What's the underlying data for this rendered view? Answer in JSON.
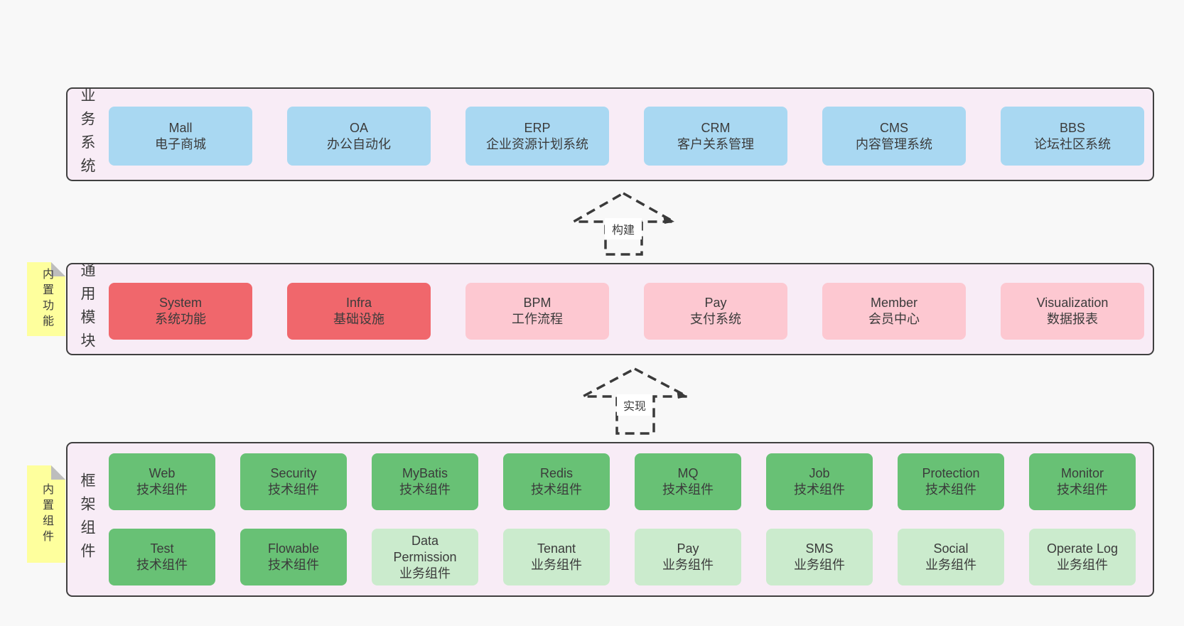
{
  "layers": [
    {
      "label": "业务系统",
      "boxes": [
        {
          "name": "Mall",
          "desc": "电子商城"
        },
        {
          "name": "OA",
          "desc": "办公自动化"
        },
        {
          "name": "ERP",
          "desc": "企业资源计划系统"
        },
        {
          "name": "CRM",
          "desc": "客户关系管理"
        },
        {
          "name": "CMS",
          "desc": "内容管理系统"
        },
        {
          "name": "BBS",
          "desc": "论坛社区系统"
        }
      ]
    },
    {
      "label": "通用模块",
      "note": "内置功能",
      "boxes": [
        {
          "name": "System",
          "desc": "系统功能"
        },
        {
          "name": "Infra",
          "desc": "基础设施"
        },
        {
          "name": "BPM",
          "desc": "工作流程"
        },
        {
          "name": "Pay",
          "desc": "支付系统"
        },
        {
          "name": "Member",
          "desc": "会员中心"
        },
        {
          "name": "Visualization",
          "desc": "数据报表"
        }
      ]
    },
    {
      "label": "框架组件",
      "note": "内置组件",
      "rows": [
        [
          {
            "name": "Web",
            "desc": "技术组件"
          },
          {
            "name": "Security",
            "desc": "技术组件"
          },
          {
            "name": "MyBatis",
            "desc": "技术组件"
          },
          {
            "name": "Redis",
            "desc": "技术组件"
          },
          {
            "name": "MQ",
            "desc": "技术组件"
          },
          {
            "name": "Job",
            "desc": "技术组件"
          },
          {
            "name": "Protection",
            "desc": "技术组件"
          },
          {
            "name": "Monitor",
            "desc": "技术组件"
          }
        ],
        [
          {
            "name": "Test",
            "desc": "技术组件"
          },
          {
            "name": "Flowable",
            "desc": "技术组件"
          },
          {
            "name": "Data Permission",
            "desc": "业务组件"
          },
          {
            "name": "Tenant",
            "desc": "业务组件"
          },
          {
            "name": "Pay",
            "desc": "业务组件"
          },
          {
            "name": "SMS",
            "desc": "业务组件"
          },
          {
            "name": "Social",
            "desc": "业务组件"
          },
          {
            "name": "Operate Log",
            "desc": "业务组件"
          }
        ]
      ]
    }
  ],
  "arrows": [
    {
      "label": "构建"
    },
    {
      "label": "实现"
    }
  ],
  "colors": {
    "page_bg": "#f8f8f8",
    "layer_fill": "#f8ecf6",
    "layer_border": "#404040",
    "blue": "#a9d8f2",
    "red": "#f0676c",
    "pink": "#fdc8d1",
    "green": "#68c175",
    "light_green": "#cbebcd",
    "note_yellow": "#feff9d",
    "note_fold": "#bdbdbd",
    "text": "#3b3b3b",
    "arrow": "#3a3a3a",
    "arrow_label_bg": "#ffffff"
  }
}
